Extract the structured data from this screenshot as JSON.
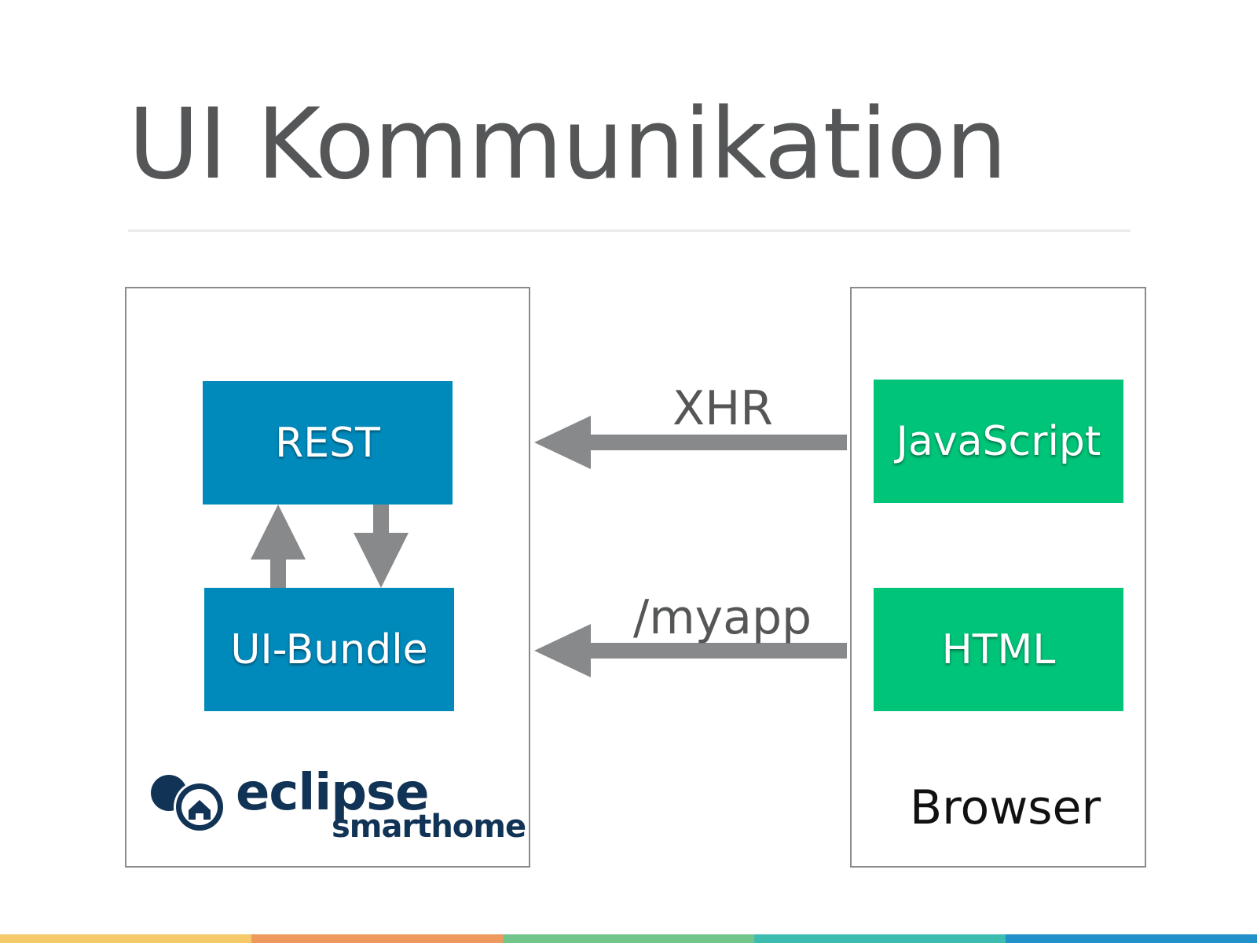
{
  "slide": {
    "title": "UI Kommunikation"
  },
  "server": {
    "rest_label": "REST",
    "bundle_label": "UI-Bundle",
    "logo": {
      "word": "eclipse",
      "sub": "smarthome"
    }
  },
  "browser": {
    "label": "Browser",
    "js_label": "JavaScript",
    "html_label": "HTML"
  },
  "edges": {
    "xhr_label": "XHR",
    "myapp_label": "/myapp"
  },
  "colors": {
    "server_box": "#008abb",
    "browser_box": "#00c478",
    "arrow": "#87898b",
    "title": "#555657",
    "bottom_bar": [
      "#f5c96a",
      "#ee9a5e",
      "#72c58b",
      "#3dbdb0",
      "#2391c9"
    ]
  }
}
